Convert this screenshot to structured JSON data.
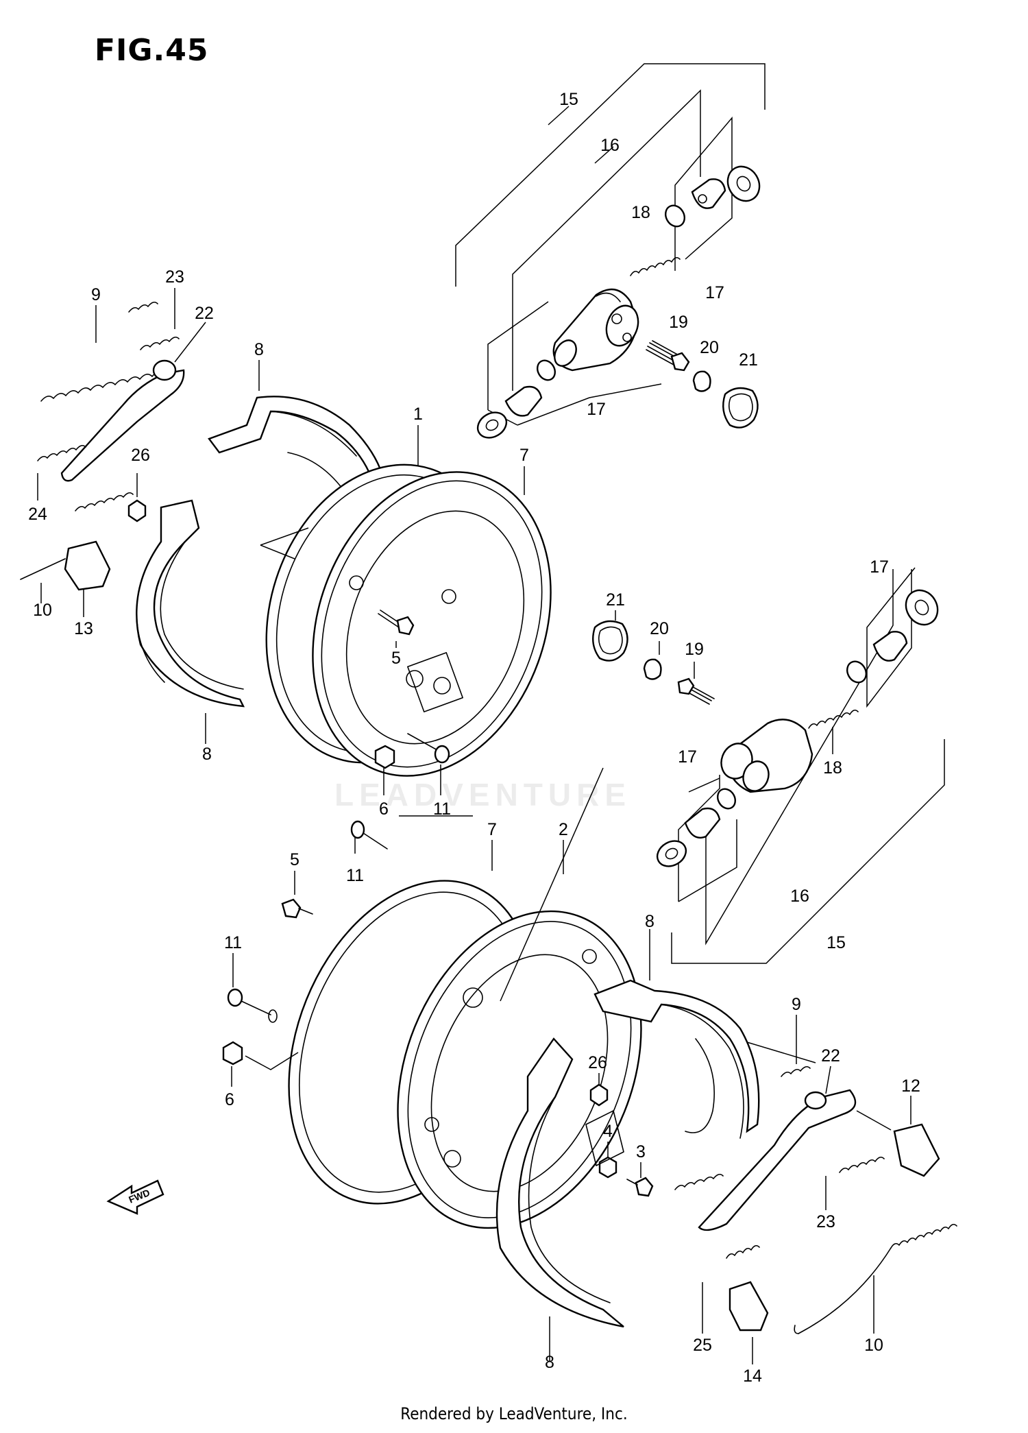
{
  "figure": {
    "title": "FIG.45"
  },
  "watermark": "LEADVENTURE",
  "footer": "Rendered by LeadVenture, Inc.",
  "front_arrow": "FWD",
  "callouts": [
    {
      "id": "c15a",
      "label": "15"
    },
    {
      "id": "c16a",
      "label": "16"
    },
    {
      "id": "c18a",
      "label": "18"
    },
    {
      "id": "c17a",
      "label": "17"
    },
    {
      "id": "c19a",
      "label": "19"
    },
    {
      "id": "c20a",
      "label": "20"
    },
    {
      "id": "c21a",
      "label": "21"
    },
    {
      "id": "c17b",
      "label": "17"
    },
    {
      "id": "c9a",
      "label": "9"
    },
    {
      "id": "c23a",
      "label": "23"
    },
    {
      "id": "c22a",
      "label": "22"
    },
    {
      "id": "c8a",
      "label": "8"
    },
    {
      "id": "c1",
      "label": "1"
    },
    {
      "id": "c7a",
      "label": "7"
    },
    {
      "id": "c26a",
      "label": "26"
    },
    {
      "id": "c24",
      "label": "24"
    },
    {
      "id": "c10a",
      "label": "10"
    },
    {
      "id": "c13",
      "label": "13"
    },
    {
      "id": "c5a",
      "label": "5"
    },
    {
      "id": "c8b",
      "label": "8"
    },
    {
      "id": "c6a",
      "label": "6"
    },
    {
      "id": "c11a",
      "label": "11"
    },
    {
      "id": "c21b",
      "label": "21"
    },
    {
      "id": "c20b",
      "label": "20"
    },
    {
      "id": "c19b",
      "label": "19"
    },
    {
      "id": "c17c",
      "label": "17"
    },
    {
      "id": "c18b",
      "label": "18"
    },
    {
      "id": "c17d",
      "label": "17"
    },
    {
      "id": "c16b",
      "label": "16"
    },
    {
      "id": "c15b",
      "label": "15"
    },
    {
      "id": "c7b",
      "label": "7"
    },
    {
      "id": "c2",
      "label": "2"
    },
    {
      "id": "c5b",
      "label": "5"
    },
    {
      "id": "c11b",
      "label": "11"
    },
    {
      "id": "c11c",
      "label": "11"
    },
    {
      "id": "c6b",
      "label": "6"
    },
    {
      "id": "c8c",
      "label": "8"
    },
    {
      "id": "c9b",
      "label": "9"
    },
    {
      "id": "c22b",
      "label": "22"
    },
    {
      "id": "c12",
      "label": "12"
    },
    {
      "id": "c26b",
      "label": "26"
    },
    {
      "id": "c4",
      "label": "4"
    },
    {
      "id": "c3",
      "label": "3"
    },
    {
      "id": "c23b",
      "label": "23"
    },
    {
      "id": "c10b",
      "label": "10"
    },
    {
      "id": "c25",
      "label": "25"
    },
    {
      "id": "c8d",
      "label": "8"
    },
    {
      "id": "c14",
      "label": "14"
    }
  ]
}
